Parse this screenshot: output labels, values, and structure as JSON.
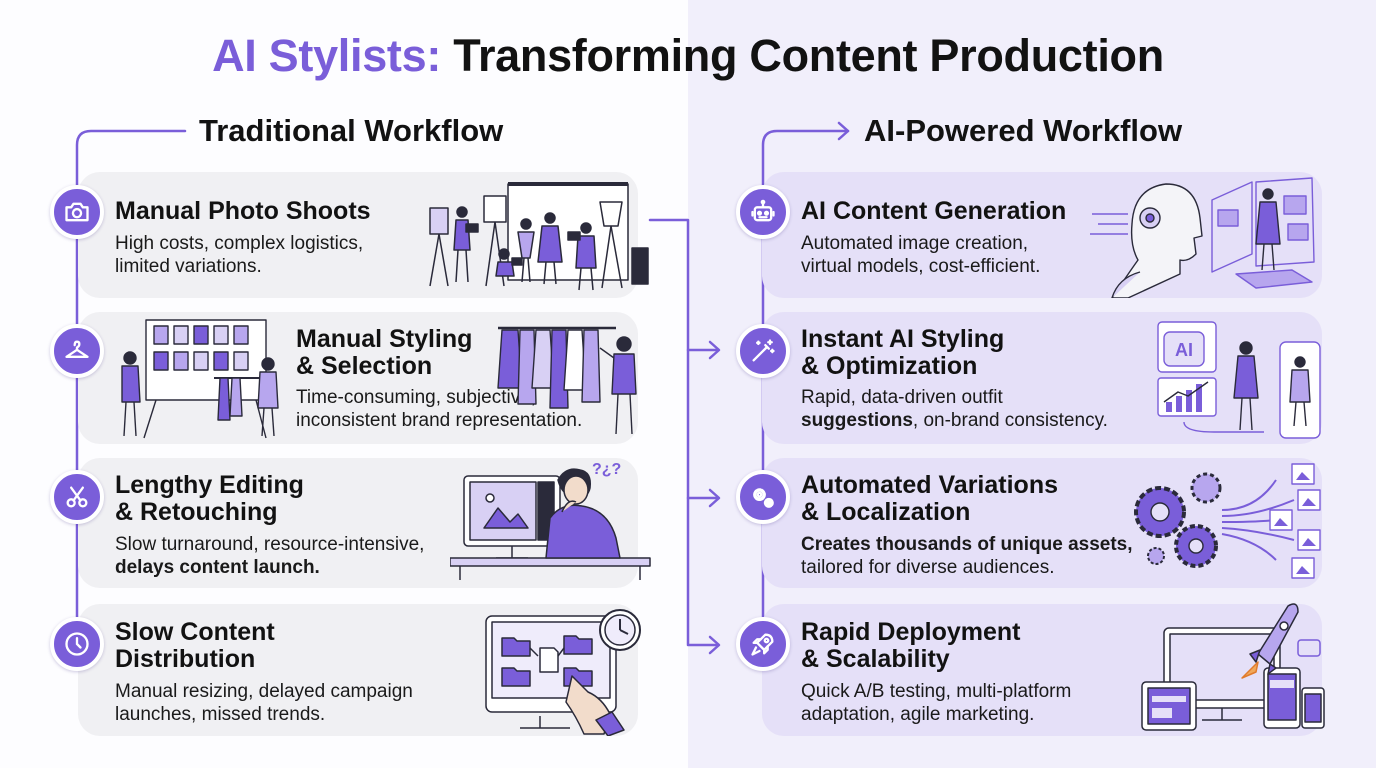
{
  "title": {
    "accent": "AI Stylists:",
    "rest": " Transforming Content Production"
  },
  "traditional": {
    "heading": "Traditional Workflow",
    "items": [
      {
        "title_l1": "Manual Photo Shoots",
        "title_l2": "",
        "desc_l1": "High costs, complex logistics,",
        "desc_l2": "limited variations.",
        "icon": "camera-icon"
      },
      {
        "title_l1": "Manual Styling",
        "title_l2": "& Selection",
        "desc_l1": "Time-consuming, subjective,",
        "desc_l2": "inconsistent brand representation.",
        "icon": "hanger-icon"
      },
      {
        "title_l1": "Lengthy Editing",
        "title_l2": "& Retouching",
        "desc_l1": "Slow turnaround, resource-intensive,",
        "desc_l2": "delays content launch.",
        "icon": "scissors-icon"
      },
      {
        "title_l1": "Slow Content",
        "title_l2": "Distribution",
        "desc_l1": "Manual resizing, delayed campaign",
        "desc_l2": "launches, missed trends.",
        "icon": "clock-icon"
      }
    ]
  },
  "ai": {
    "heading": "AI-Powered Workflow",
    "items": [
      {
        "title_l1": "AI Content Generation",
        "title_l2": "",
        "desc_l1": "Automated image creation,",
        "desc_l2": "virtual models, cost-efficient.",
        "icon": "robot-icon"
      },
      {
        "title_l1": "Instant AI Styling",
        "title_l2": "& Optimization",
        "desc_l1": "Rapid, data-driven outfit",
        "desc_l2_bold": "suggestions",
        "desc_l2_rest": ", on-brand consistency.",
        "icon": "magic-wand-icon"
      },
      {
        "title_l1": "Automated Variations",
        "title_l2": "& Localization",
        "desc_l1": "Creates thousands of unique assets,",
        "desc_l2": "tailored for diverse audiences.",
        "icon": "gears-icon"
      },
      {
        "title_l1": "Rapid Deployment",
        "title_l2": "& Scalability",
        "desc_l1": "Quick A/B testing, multi-platform",
        "desc_l2": "adaptation, agile marketing.",
        "icon": "rocket-icon"
      }
    ]
  },
  "illustration_labels": {
    "ai_badge": "AI",
    "question_marks": "?¿?"
  },
  "colors": {
    "accent": "#7a5ed9",
    "card_traditional": "#f0f0f3",
    "card_ai": "#e5e0f8",
    "background_right": "#f1effb",
    "text": "#121212"
  }
}
